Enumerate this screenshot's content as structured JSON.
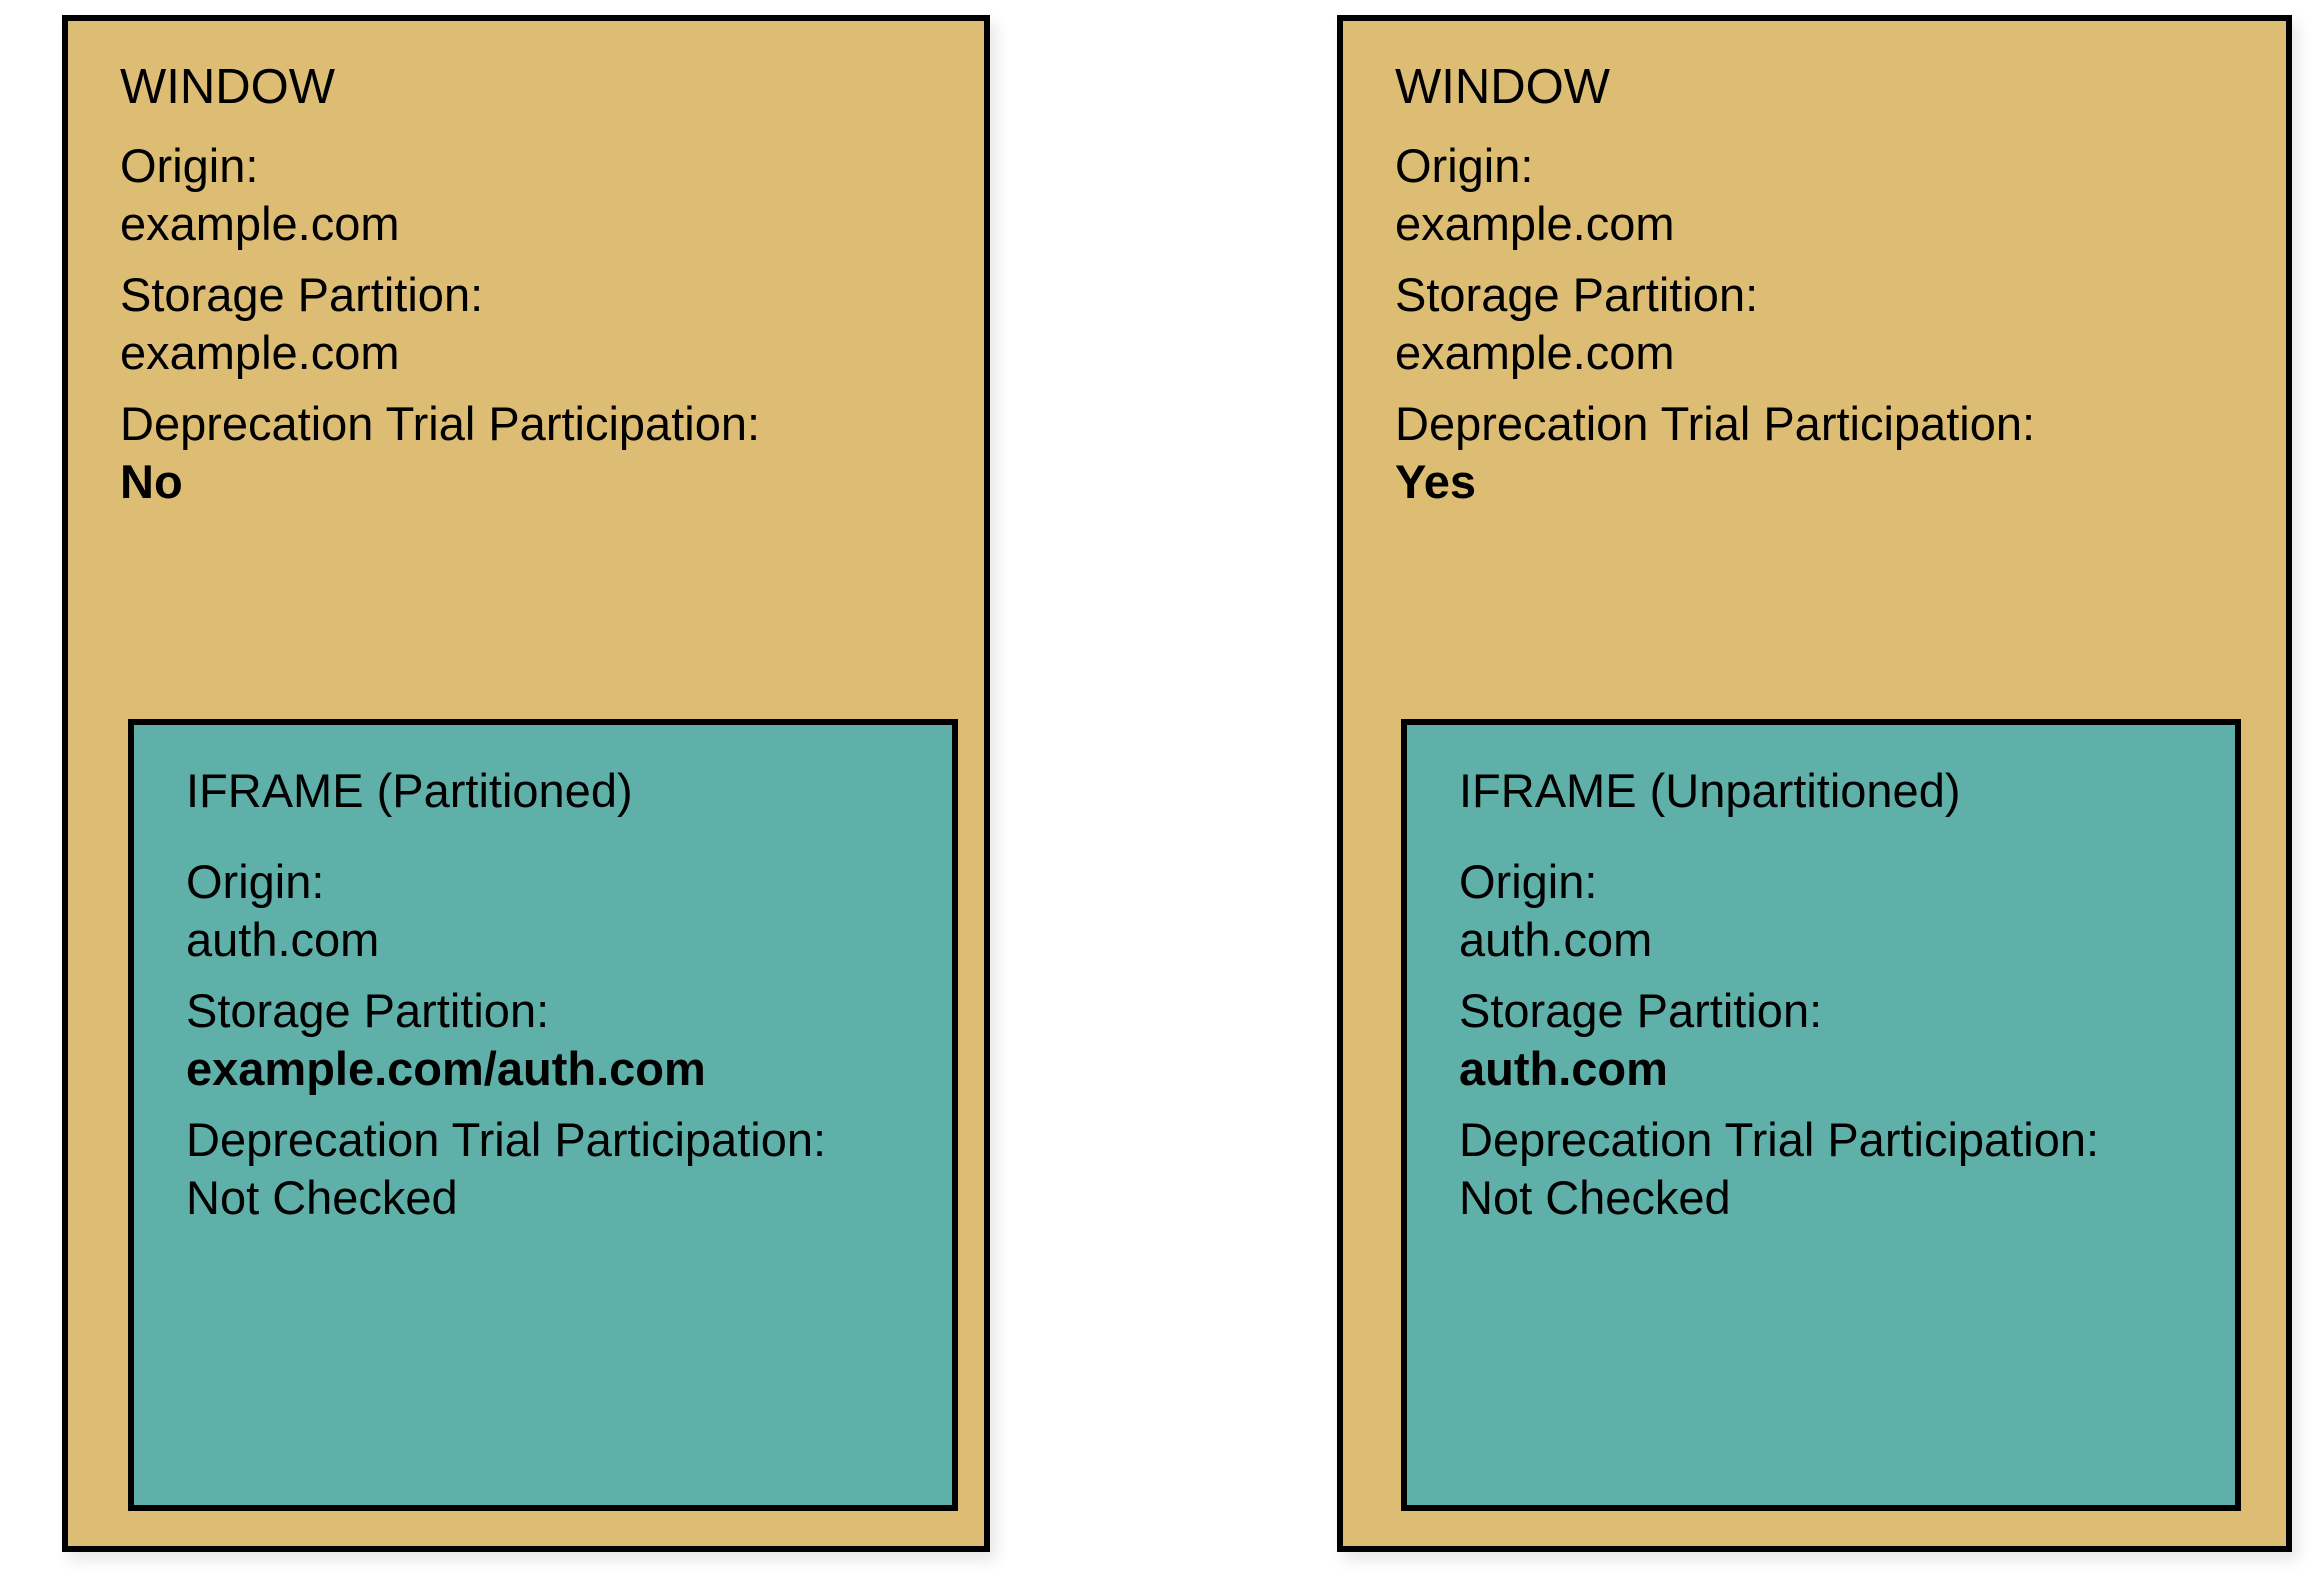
{
  "diagram": {
    "labels": {
      "origin": "Origin:",
      "storage_partition": "Storage Partition:",
      "deprecation_trial": "Deprecation Trial Participation:"
    },
    "colors": {
      "window_fill": "#ddbd73",
      "iframe_fill": "#5fb0a8",
      "border": "#000000",
      "background": "#ffffff",
      "text": "#000000"
    },
    "scenarios": [
      {
        "window": {
          "title": "WINDOW",
          "origin": "example.com",
          "storage_partition": "example.com",
          "deprecation_trial": "No",
          "deprecation_trial_bold": true
        },
        "iframe": {
          "title": "IFRAME (Partitioned)",
          "origin": "auth.com",
          "storage_partition": "example.com/auth.com",
          "storage_partition_bold": true,
          "deprecation_trial": "Not Checked",
          "deprecation_trial_bold": false
        }
      },
      {
        "window": {
          "title": "WINDOW",
          "origin": "example.com",
          "storage_partition": "example.com",
          "deprecation_trial": "Yes",
          "deprecation_trial_bold": true
        },
        "iframe": {
          "title": "IFRAME (Unpartitioned)",
          "origin": "auth.com",
          "storage_partition": "auth.com",
          "storage_partition_bold": true,
          "deprecation_trial": "Not Checked",
          "deprecation_trial_bold": false
        }
      }
    ]
  }
}
